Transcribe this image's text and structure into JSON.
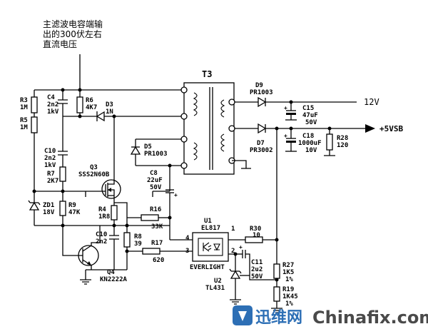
{
  "note": {
    "line1": "主滤波电容端输",
    "line2": "出的300伏左右",
    "line3": "直流电压"
  },
  "transformer": {
    "name": "T3"
  },
  "outputs": {
    "out12": "12V",
    "out5": "+5VSB"
  },
  "components": {
    "R3": {
      "ref": "R3",
      "val": "1M"
    },
    "R5": {
      "ref": "R5",
      "val": "1M"
    },
    "C4": {
      "ref": "C4",
      "val": "2n2",
      "rating": "1kV"
    },
    "R6": {
      "ref": "R6",
      "val": "4K7"
    },
    "D3": {
      "ref": "D3",
      "val": "1N"
    },
    "C10a": {
      "ref": "C10",
      "val": "2n2",
      "rating": "1kV"
    },
    "R7": {
      "ref": "R7",
      "val": "2K7"
    },
    "Q3": {
      "ref": "Q3",
      "val": "SSS2N60B"
    },
    "D5": {
      "ref": "D5",
      "val": "PR1003"
    },
    "C8": {
      "ref": "C8",
      "val": "22uF",
      "rating": "50V"
    },
    "ZD1": {
      "ref": "ZD1",
      "val": "18V"
    },
    "R9": {
      "ref": "R9",
      "val": "47K"
    },
    "R4": {
      "ref": "R4",
      "val": "1R8"
    },
    "R16": {
      "ref": "R16",
      "val": "33K"
    },
    "C10b": {
      "ref": "C10",
      "val": "2n2"
    },
    "R8": {
      "ref": "R8",
      "val": "39"
    },
    "R17": {
      "ref": "R17",
      "val": "620"
    },
    "Q4": {
      "ref": "Q4",
      "val": "KN2222A"
    },
    "D9": {
      "ref": "D9",
      "val": "PR1003"
    },
    "D7": {
      "ref": "D7",
      "val": "PR3002"
    },
    "C15": {
      "ref": "C15",
      "val": "47uF",
      "rating": "50V"
    },
    "C18": {
      "ref": "C18",
      "val": "1000uF",
      "rating": "10V"
    },
    "R28": {
      "ref": "R28",
      "val": "120"
    },
    "U1": {
      "ref": "U1",
      "val": "EL817",
      "brand": "EVERLIGHT"
    },
    "R30": {
      "ref": "R30",
      "val": "10"
    },
    "C11": {
      "ref": "C11",
      "val": "2u2",
      "rating": "50V"
    },
    "U2": {
      "ref": "U2",
      "val": "TL431"
    },
    "R27": {
      "ref": "R27",
      "val": "1K5",
      "tol": "1%"
    },
    "R19": {
      "ref": "R19",
      "val": "1K45",
      "tol": "1%"
    }
  },
  "pins": {
    "p1": "1",
    "p2": "2",
    "p3": "3",
    "p4": "4"
  },
  "watermark": {
    "cn": "迅维网",
    "en": "Chinafix.com"
  }
}
